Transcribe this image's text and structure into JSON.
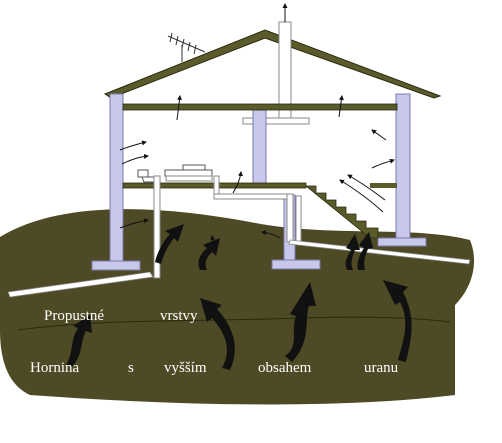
{
  "labels": {
    "permeable_layers": [
      "Propustné",
      "vrstvy"
    ],
    "bedrock": [
      "Hornina",
      "s",
      "vyšším",
      "obsahem",
      "uranu"
    ]
  },
  "colors": {
    "soil": "#4d4a25",
    "soil_lower": "#3f3c1c",
    "roof": "#5a5a2a",
    "pillar": "#c8c8ec",
    "pillar_stroke": "#7a7aa8",
    "floor": "#5a5a2a",
    "arrow": "#111111",
    "label_text": "#ffffff"
  },
  "icons": [
    "antenna-icon",
    "chimney-icon",
    "toilet-icon",
    "bathtub-icon",
    "staircase-icon",
    "radon-arrow-icon"
  ]
}
